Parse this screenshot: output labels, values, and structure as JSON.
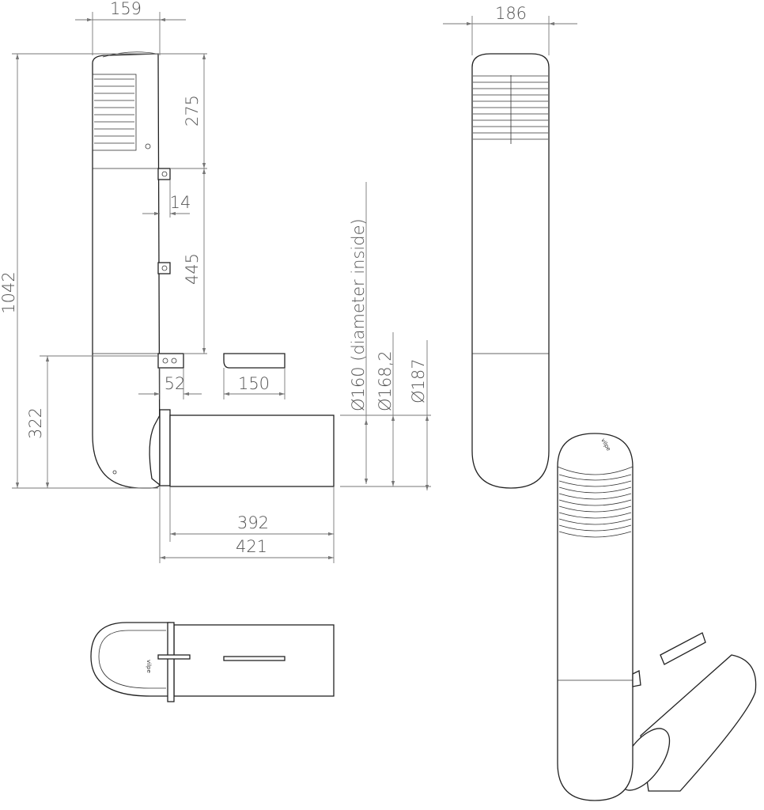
{
  "drawing": {
    "dimensions": {
      "width_side": "159",
      "width_front": "186",
      "top_height": "275",
      "bracket_offset": "14",
      "bracket_spacing": "445",
      "total_height": "1042",
      "bottom_height": "322",
      "clip_offset": "52",
      "clip_length": "150",
      "diameter_inside": "Ø160 (diameter inside)",
      "diameter_mid": "Ø168,2",
      "diameter_outer": "Ø187",
      "pipe_length": "392",
      "pipe_total_length": "421"
    },
    "logo_text": "vilpe"
  }
}
